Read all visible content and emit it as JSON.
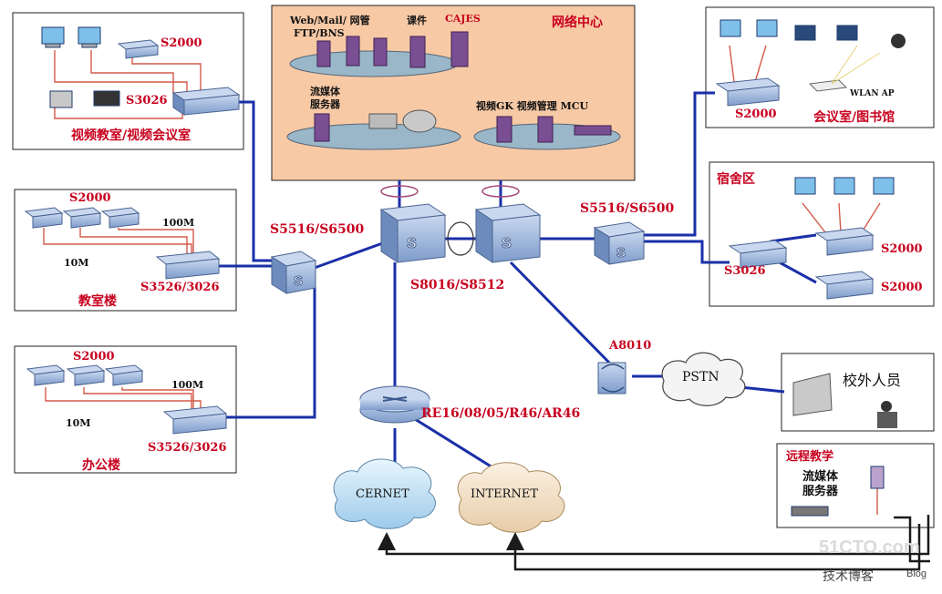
{
  "colors": {
    "link": "#1a2fa8",
    "label_red": "#c8001e",
    "switch_top": "#9eb8dc",
    "switch_side": "#6d8cbd",
    "center_bg": "#f7c9a5",
    "cloud": "#bfe0f5",
    "cloud_inet": "#f5e2c8",
    "dark_arrow": "#1b1b1b"
  },
  "center": {
    "title": "网络中心",
    "servers_top": [
      "Web/Mail/ 网管",
      "FTP/BNS",
      "课件",
      "CAJES"
    ],
    "media": [
      "流媒体",
      "服务器"
    ],
    "video": "视频GK 视频管理  MCU"
  },
  "core": {
    "label": "S8016/S8512",
    "left_agg": "S5516/S6500",
    "right_agg": "S5516/S6500"
  },
  "video_room": {
    "s2000": "S2000",
    "s3026": "S3026",
    "caption": "视频教室/视频会议室"
  },
  "teaching": {
    "s2000": "S2000",
    "m100": "100M",
    "m10": "10M",
    "sw": "S3526/3026",
    "caption": "教室楼"
  },
  "office": {
    "s2000": "S2000",
    "m100": "100M",
    "m10": "10M",
    "sw": "S3526/3026",
    "caption": "办公楼"
  },
  "meeting": {
    "ap": "WLAN AP",
    "s2000": "S2000",
    "caption": "会议室/图书馆"
  },
  "dorm": {
    "caption": "宿舍区",
    "s3026": "S3026",
    "s2000_a": "S2000",
    "s2000_b": "S2000"
  },
  "router": {
    "label": "RE16/08/05/R46/AR46"
  },
  "access": {
    "label": "A8010"
  },
  "clouds": {
    "pstn": "PSTN",
    "cernet": "CERNET",
    "internet": "INTERNET"
  },
  "outside": {
    "label": "校外人员"
  },
  "remote": {
    "title": "远程教学",
    "server": [
      "流媒体",
      "服务器"
    ]
  },
  "watermark": {
    "site": "51CTO.com",
    "sub": "技术博客",
    "blog": "Blog"
  }
}
